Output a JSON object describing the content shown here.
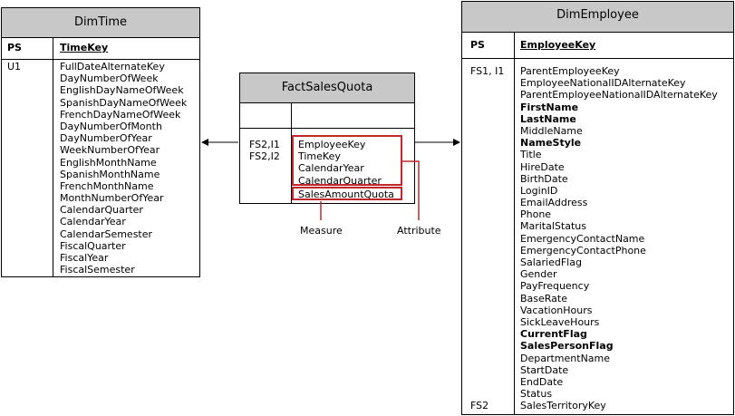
{
  "dimtime": {
    "title": "DimTime",
    "pk_header": "PS",
    "pk_name": "TimeKey",
    "key_label": "U1",
    "attributes": [
      "FullDateAlternateKey",
      "DayNumberOfWeek",
      "EnglishDayNameOfWeek",
      "SpanishDayNameOfWeek",
      "FrenchDayNameOfWeek",
      "DayNumberOfMonth",
      "DayNumberOfYear",
      "WeekNumberOfYear",
      "EnglishMonthName",
      "SpanishMonthName",
      "FrenchMonthName",
      "MonthNumberOfYear",
      "CalendarQuarter",
      "CalendarYear",
      "CalendarSemester",
      "FiscalQuarter",
      "FiscalYear",
      "FiscalSemester"
    ]
  },
  "fact": {
    "title": "FactSalesQuota",
    "key_labels": [
      "FS2,I1",
      "FS2,I2"
    ],
    "attributes": [
      "EmployeeKey",
      "TimeKey",
      "CalendarYear",
      "CalendarQuarter"
    ],
    "measure": "SalesAmountQuota",
    "measure_label": "Measure",
    "attribute_label": "Attribute"
  },
  "dimemployee": {
    "title": "DimEmployee",
    "pk_header": "PS",
    "pk_name": "EmployeeKey",
    "key_label_top": "FS1, I1",
    "key_label_bottom": "FS2",
    "attributes": [
      {
        "name": "ParentEmployeeKey",
        "bold": false
      },
      {
        "name": "EmployeeNationalIDAlternateKey",
        "bold": false
      },
      {
        "name": "ParentEmployeeNationalIDAlternateKey",
        "bold": false
      },
      {
        "name": "FirstName",
        "bold": true
      },
      {
        "name": "LastName",
        "bold": true
      },
      {
        "name": "MiddleName",
        "bold": false
      },
      {
        "name": "NameStyle",
        "bold": true
      },
      {
        "name": "Title",
        "bold": false
      },
      {
        "name": "HireDate",
        "bold": false
      },
      {
        "name": "BirthDate",
        "bold": false
      },
      {
        "name": "LoginID",
        "bold": false
      },
      {
        "name": "EmailAddress",
        "bold": false
      },
      {
        "name": "Phone",
        "bold": false
      },
      {
        "name": "MaritalStatus",
        "bold": false
      },
      {
        "name": "EmergencyContactName",
        "bold": false
      },
      {
        "name": "EmergencyContactPhone",
        "bold": false
      },
      {
        "name": "SalariedFlag",
        "bold": false
      },
      {
        "name": "Gender",
        "bold": false
      },
      {
        "name": "PayFrequency",
        "bold": false
      },
      {
        "name": "BaseRate",
        "bold": false
      },
      {
        "name": "VacationHours",
        "bold": false
      },
      {
        "name": "SickLeaveHours",
        "bold": false
      },
      {
        "name": "CurrentFlag",
        "bold": true
      },
      {
        "name": "SalesPersonFlag",
        "bold": true
      },
      {
        "name": "DepartmentName",
        "bold": false
      },
      {
        "name": "StartDate",
        "bold": false
      },
      {
        "name": "EndDate",
        "bold": false
      },
      {
        "name": "Status",
        "bold": false
      },
      {
        "name": "SalesTerritoryKey",
        "bold": false
      }
    ]
  },
  "colors": {
    "header_fill": "#c8c8c8",
    "highlight": "#c0282d",
    "line": "#000000"
  }
}
